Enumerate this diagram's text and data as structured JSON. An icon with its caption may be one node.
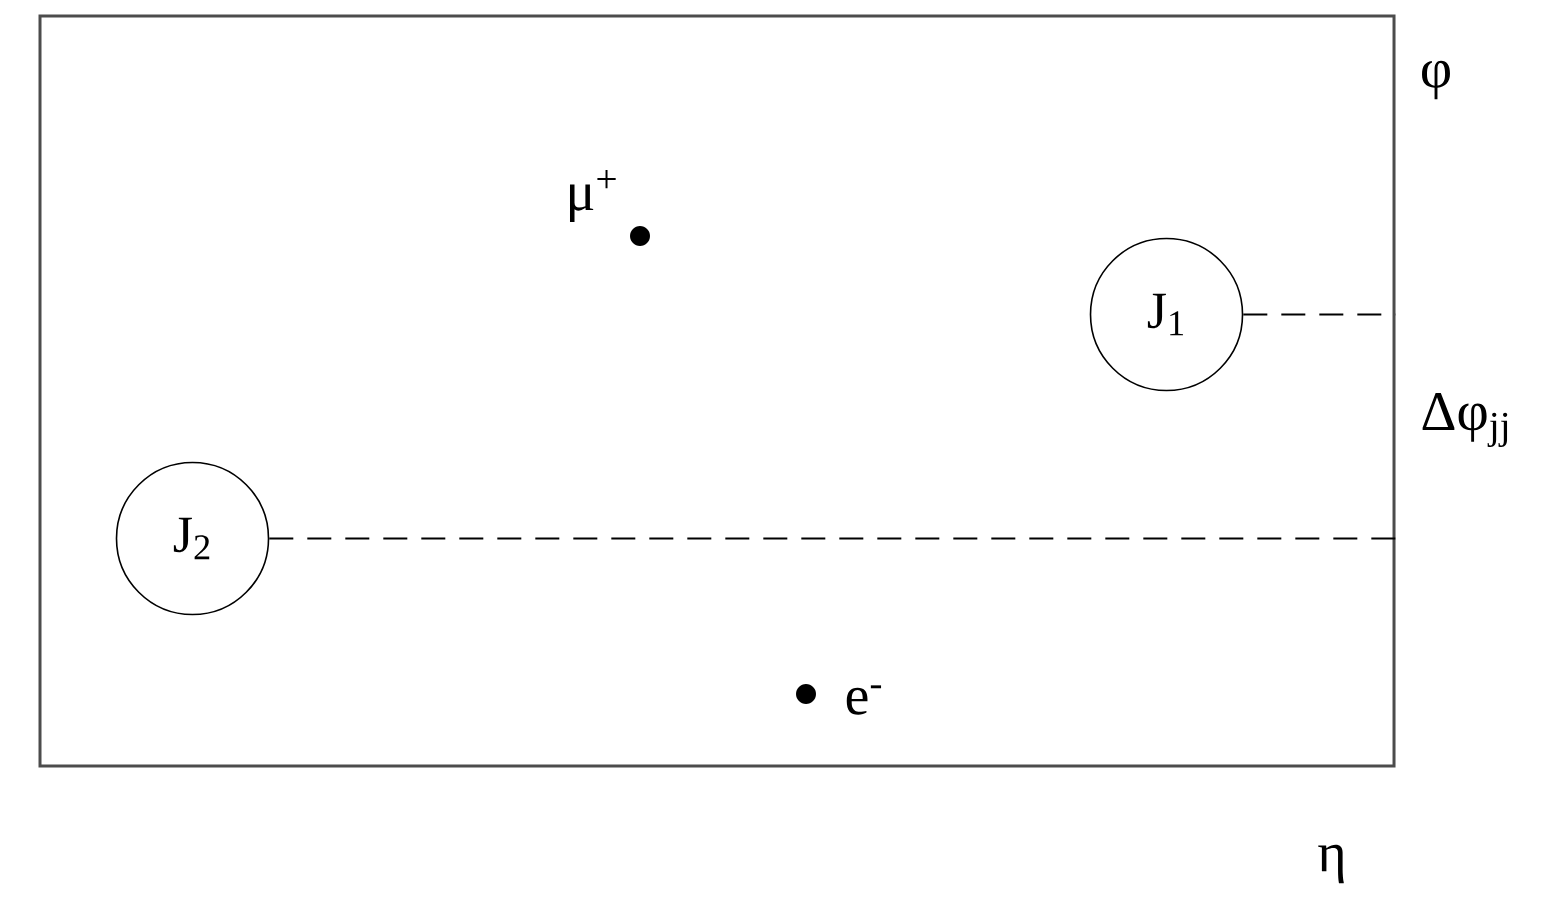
{
  "diagram": {
    "nodes": [
      {
        "text": [],
        "shape": "box"
      },
      {
        "text": [
          "J$_{1}$"
        ],
        "in": 0
      },
      {
        "text": [
          "J$_{2}$"
        ],
        "in": 0
      }
    ],
    "edges": [
      {
        "from": 1,
        "to": 0,
        "arrow": "none",
        "style": "dashed"
      },
      {
        "from": 2,
        "to": 0,
        "arrow": "none",
        "style": "dashed"
      }
    ],
    "labels": [
      "φ",
      "μ$^{+}$",
      "Δφ$_{jj}$",
      "e$^{-}$",
      "η"
    ]
  }
}
